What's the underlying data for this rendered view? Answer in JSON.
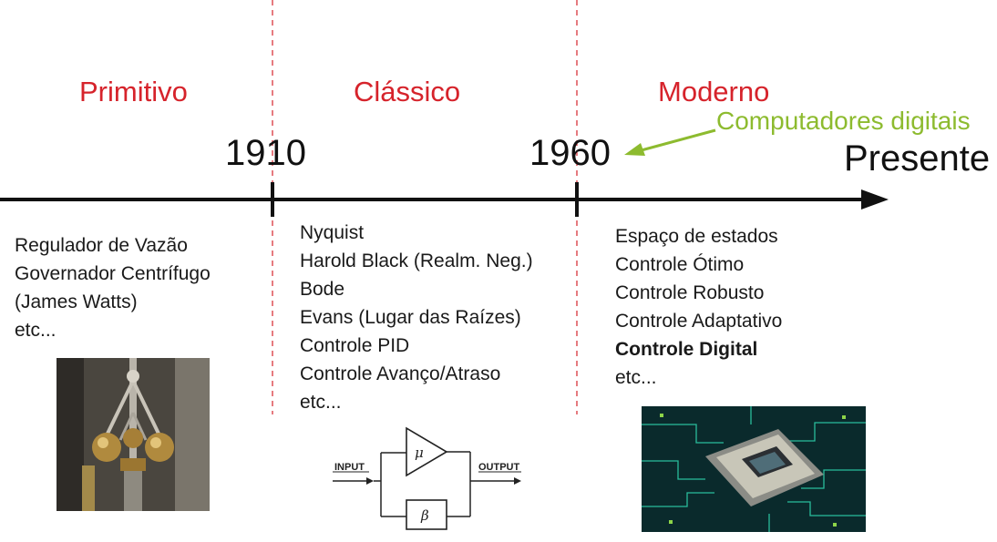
{
  "eras": [
    {
      "name": "Primitivo"
    },
    {
      "name": "Clássico"
    },
    {
      "name": "Moderno"
    }
  ],
  "years": [
    "1910",
    "1960"
  ],
  "present_label": "Presente",
  "digital_note": "Computadores digitais",
  "primitive_items": [
    "Regulador de Vazão",
    "Governador Centrífugo",
    "(James Watts)",
    "etc..."
  ],
  "classic_items": [
    "Nyquist",
    "Harold Black (Realm. Neg.)",
    "Bode",
    "Evans (Lugar das Raízes)",
    "Controle PID",
    "Controle Avanço/Atraso",
    "etc..."
  ],
  "modern_items": [
    "Espaço de estados",
    "Controle Ótimo",
    "Controle Robusto",
    "Controle Adaptativo",
    "Controle Digital",
    "etc..."
  ],
  "feedback_diagram": {
    "input": "INPUT",
    "output": "OUTPUT",
    "forward": "μ",
    "feedback": "β"
  },
  "colors": {
    "era": "#d6232b",
    "digital": "#8dbb2f",
    "divider": "#d6232b",
    "axis": "#111111"
  }
}
